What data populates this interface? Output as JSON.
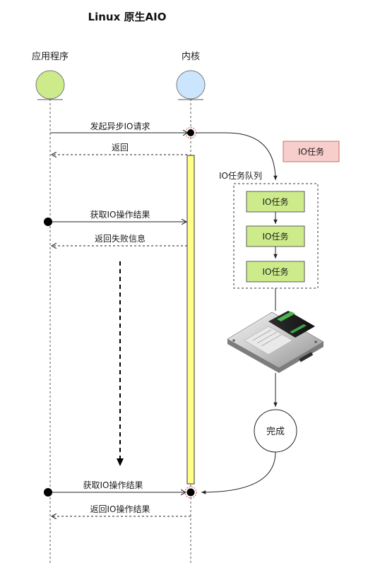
{
  "title": "Linux 原生AIO",
  "actors": {
    "app": "应用程序",
    "kernel": "内核"
  },
  "messages": {
    "m1": "发起异步IO请求",
    "m2": "返回",
    "m3": "获取IO操作结果",
    "m4": "返回失败信息",
    "m5": "获取IO操作结果",
    "m6": "返回IO操作结果"
  },
  "legend": "IO任务",
  "queue": {
    "label": "IO任务队列",
    "items": [
      "IO任务",
      "IO任务",
      "IO任务"
    ]
  },
  "done": "完成",
  "colors": {
    "app_circle": "#cdeb8b",
    "kernel_circle": "#cce5ff",
    "activation": "#ffff88",
    "task_box": "#cdeb8b",
    "legend_box": "#f8cecc",
    "marker_ring": "#e05050"
  },
  "icons": {
    "disk": "hard-disk-drive-icon"
  }
}
